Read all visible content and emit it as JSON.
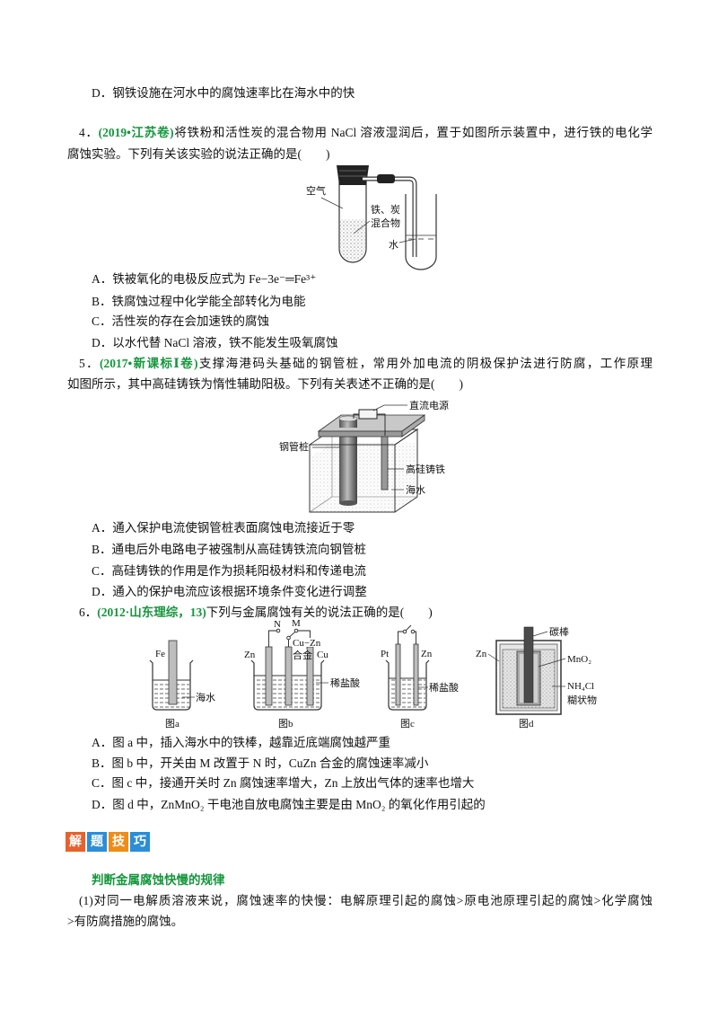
{
  "prev_option": "D．钢铁设施在河水中的腐蚀速率比在海水中的快",
  "q4": {
    "number": "4．",
    "source": "(2019•江苏卷)",
    "line1": "将铁粉和活性炭的混合物用 NaCl 溶液湿润后，置于如图所示装置中，进行铁的电化学",
    "line2": "腐蚀实验。下列有关该实验的说法正确的是(　　)",
    "figure": {
      "air": "空气",
      "mixture_1": "铁、炭",
      "mixture_2": "混合物",
      "water": "水"
    },
    "options": [
      "A．铁被氧化的电极反应式为 Fe−3e⁻═Fe³⁺",
      "B．铁腐蚀过程中化学能全部转化为电能",
      "C．活性炭的存在会加速铁的腐蚀",
      "D．以水代替 NaCl 溶液，铁不能发生吸氧腐蚀"
    ]
  },
  "q5": {
    "number": "5．",
    "source": "(2017•新课标Ⅰ卷)",
    "line1": "支撑海港码头基础的钢管桩，常用外加电流的阴极保护法进行防腐，工作原理",
    "line2": "如图所示，其中高硅铸铁为惰性辅助阳极。下列有关表述不正确的是(　　)",
    "figure": {
      "power": "直流电源",
      "pile": "钢管桩",
      "anode": "高硅铸铁",
      "seawater": "海水"
    },
    "options": [
      "A．通入保护电流使钢管桩表面腐蚀电流接近于零",
      "B．通电后外电路电子被强制从高硅铸铁流向钢管桩",
      "C．高硅铸铁的作用是作为损耗阳极材料和传递电流",
      "D．通入的保护电流应该根据环境条件变化进行调整"
    ]
  },
  "q6": {
    "number": "6．",
    "source": "(2012·山东理综，13)",
    "line1": "下列与金属腐蚀有关的说法正确的是(　　)",
    "figure": {
      "a": {
        "rod": "Fe",
        "liquid": "海水",
        "caption": "图a"
      },
      "b": {
        "n": "N",
        "m": "M",
        "alloy_1": "Cu−Zn",
        "alloy_2": "合金",
        "left": "Zn",
        "right": "Cu",
        "liquid": "稀盐酸",
        "caption": "图b"
      },
      "c": {
        "left": "Pt",
        "right": "Zn",
        "liquid": "稀盐酸",
        "caption": "图c"
      },
      "d": {
        "rod": "碳棒",
        "shell": "Zn",
        "oxide": "MnO₂",
        "paste_1": "NH₄Cl",
        "paste_2": "糊状物",
        "caption": "图d"
      }
    },
    "options": [
      "A．图 a 中，插入海水中的铁棒，越靠近底端腐蚀越严重",
      "B．图 b 中，开关由 M 改置于 N 时，CuZn 合金的腐蚀速率减小",
      "C．图 c 中，接通开关时 Zn 腐蚀速率增大，Zn 上放出气体的速率也增大",
      "D．图 d 中，ZnMnO₂ 干电池自放电腐蚀主要是由 MnO₂ 的氧化作用引起的"
    ]
  },
  "tips": {
    "banner": [
      "解",
      "题",
      "技",
      "巧"
    ],
    "banner_colors": [
      "#e8612c",
      "#2b8ed6",
      "#f08c1a",
      "#2b8ed6"
    ],
    "heading": "判断金属腐蚀快慢的规律",
    "line1": "(1)对同一电解质溶液来说，腐蚀速率的快慢：电解原理引起的腐蚀>原电池原理引起的腐蚀>化学腐蚀",
    "line2": ">有防腐措施的腐蚀。"
  },
  "colors": {
    "accent_green": "#14963c",
    "text": "#111111"
  }
}
